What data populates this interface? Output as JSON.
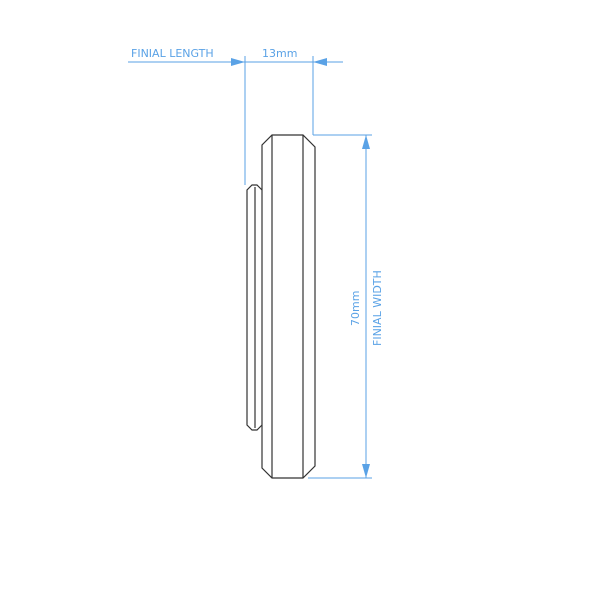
{
  "diagram": {
    "colors": {
      "dimension": "#5aa2e6",
      "outline": "#333333",
      "background": "#ffffff"
    },
    "length_dimension": {
      "label": "FINIAL LENGTH",
      "value": "13mm"
    },
    "width_dimension": {
      "label": "FINIAL WIDTH",
      "value": "70mm"
    }
  }
}
